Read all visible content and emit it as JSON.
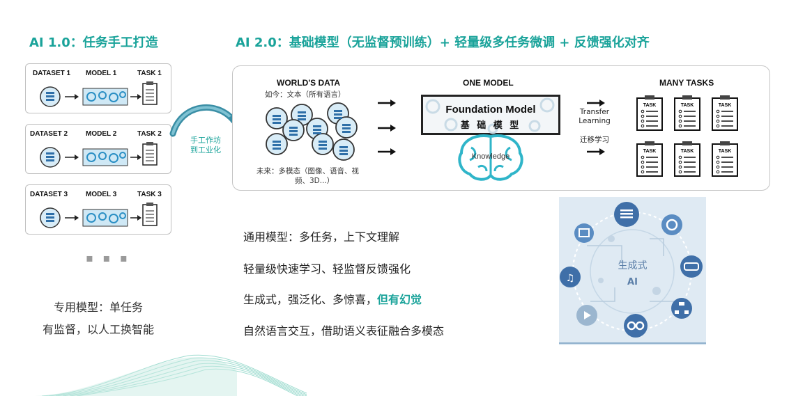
{
  "headings": {
    "ai1": "AI 1.0：任务手工打造",
    "ai2": "AI 2.0：基础模型（无监督预训练）+ 轻量级多任务微调 + 反馈强化对齐"
  },
  "left_cards": [
    {
      "dataset": "DATASET 1",
      "model": "MODEL 1",
      "task": "TASK 1"
    },
    {
      "dataset": "DATASET 2",
      "model": "MODEL 2",
      "task": "TASK 2"
    },
    {
      "dataset": "DATASET 3",
      "model": "MODEL 3",
      "task": "TASK 3"
    }
  ],
  "ellipsis": "▪ ▪ ▪",
  "left_caption": {
    "line1": "专用模型：单任务",
    "line2": "有监督，以人工换智能"
  },
  "transition": {
    "line1": "手工作坊",
    "line2": "到工业化"
  },
  "world_data": {
    "title": "WORLD'S DATA",
    "now": "如今：文本（所有语言）",
    "future_line1": "未来：多模态（图像、语音、视",
    "future_line2": "频、3D...）"
  },
  "one_model": {
    "title": "ONE MODEL",
    "name_en": "Foundation Model",
    "name_cn": "基 础 模 型",
    "knowledge": "Knowledge"
  },
  "transfer": {
    "line1": "Transfer",
    "line2": "Learning",
    "cn": "迁移学习"
  },
  "many_tasks": {
    "title": "MANY TASKS",
    "task_label": "TASK"
  },
  "bullets": {
    "b1": "通用模型：多任务，上下文理解",
    "b2": "轻量级快速学习、轻监督反馈强化",
    "b3_prefix": "生成式，强泛化、多惊喜，",
    "b3_highlight": "但有幻觉",
    "b4": "自然语言交互，借助语义表征融合多模态"
  },
  "generative": {
    "line1": "生成式",
    "line2": "AI"
  },
  "colors": {
    "accent": "#1aa39a",
    "gen_icon": "#3f6fa8",
    "gen_panel": "#dfeaf3"
  }
}
